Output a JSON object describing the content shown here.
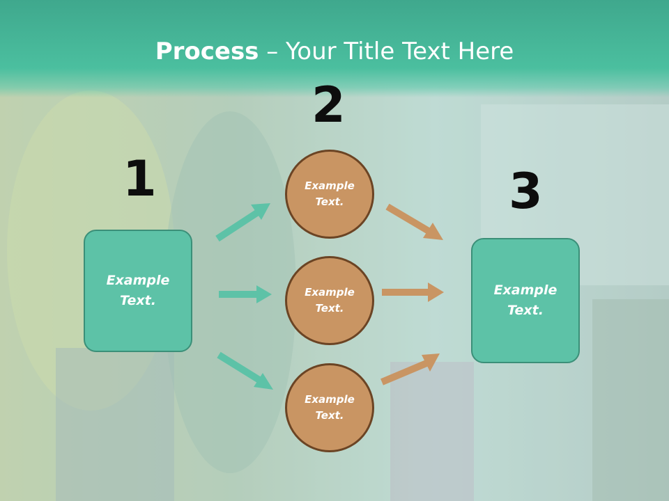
{
  "title": {
    "bold": "Process",
    "rest": " – Your Title Text Here"
  },
  "steps": {
    "left": {
      "number": "1",
      "text": "Example\nText."
    },
    "middle": {
      "number": "2",
      "circles": [
        {
          "text": "Example\nText."
        },
        {
          "text": "Example\nText."
        },
        {
          "text": "Example\nText."
        }
      ]
    },
    "right": {
      "number": "3",
      "text": "Example\nText."
    }
  },
  "colors": {
    "teal": "#5dc2a7",
    "orange": "#c99563",
    "header": "#4bbf9f"
  }
}
